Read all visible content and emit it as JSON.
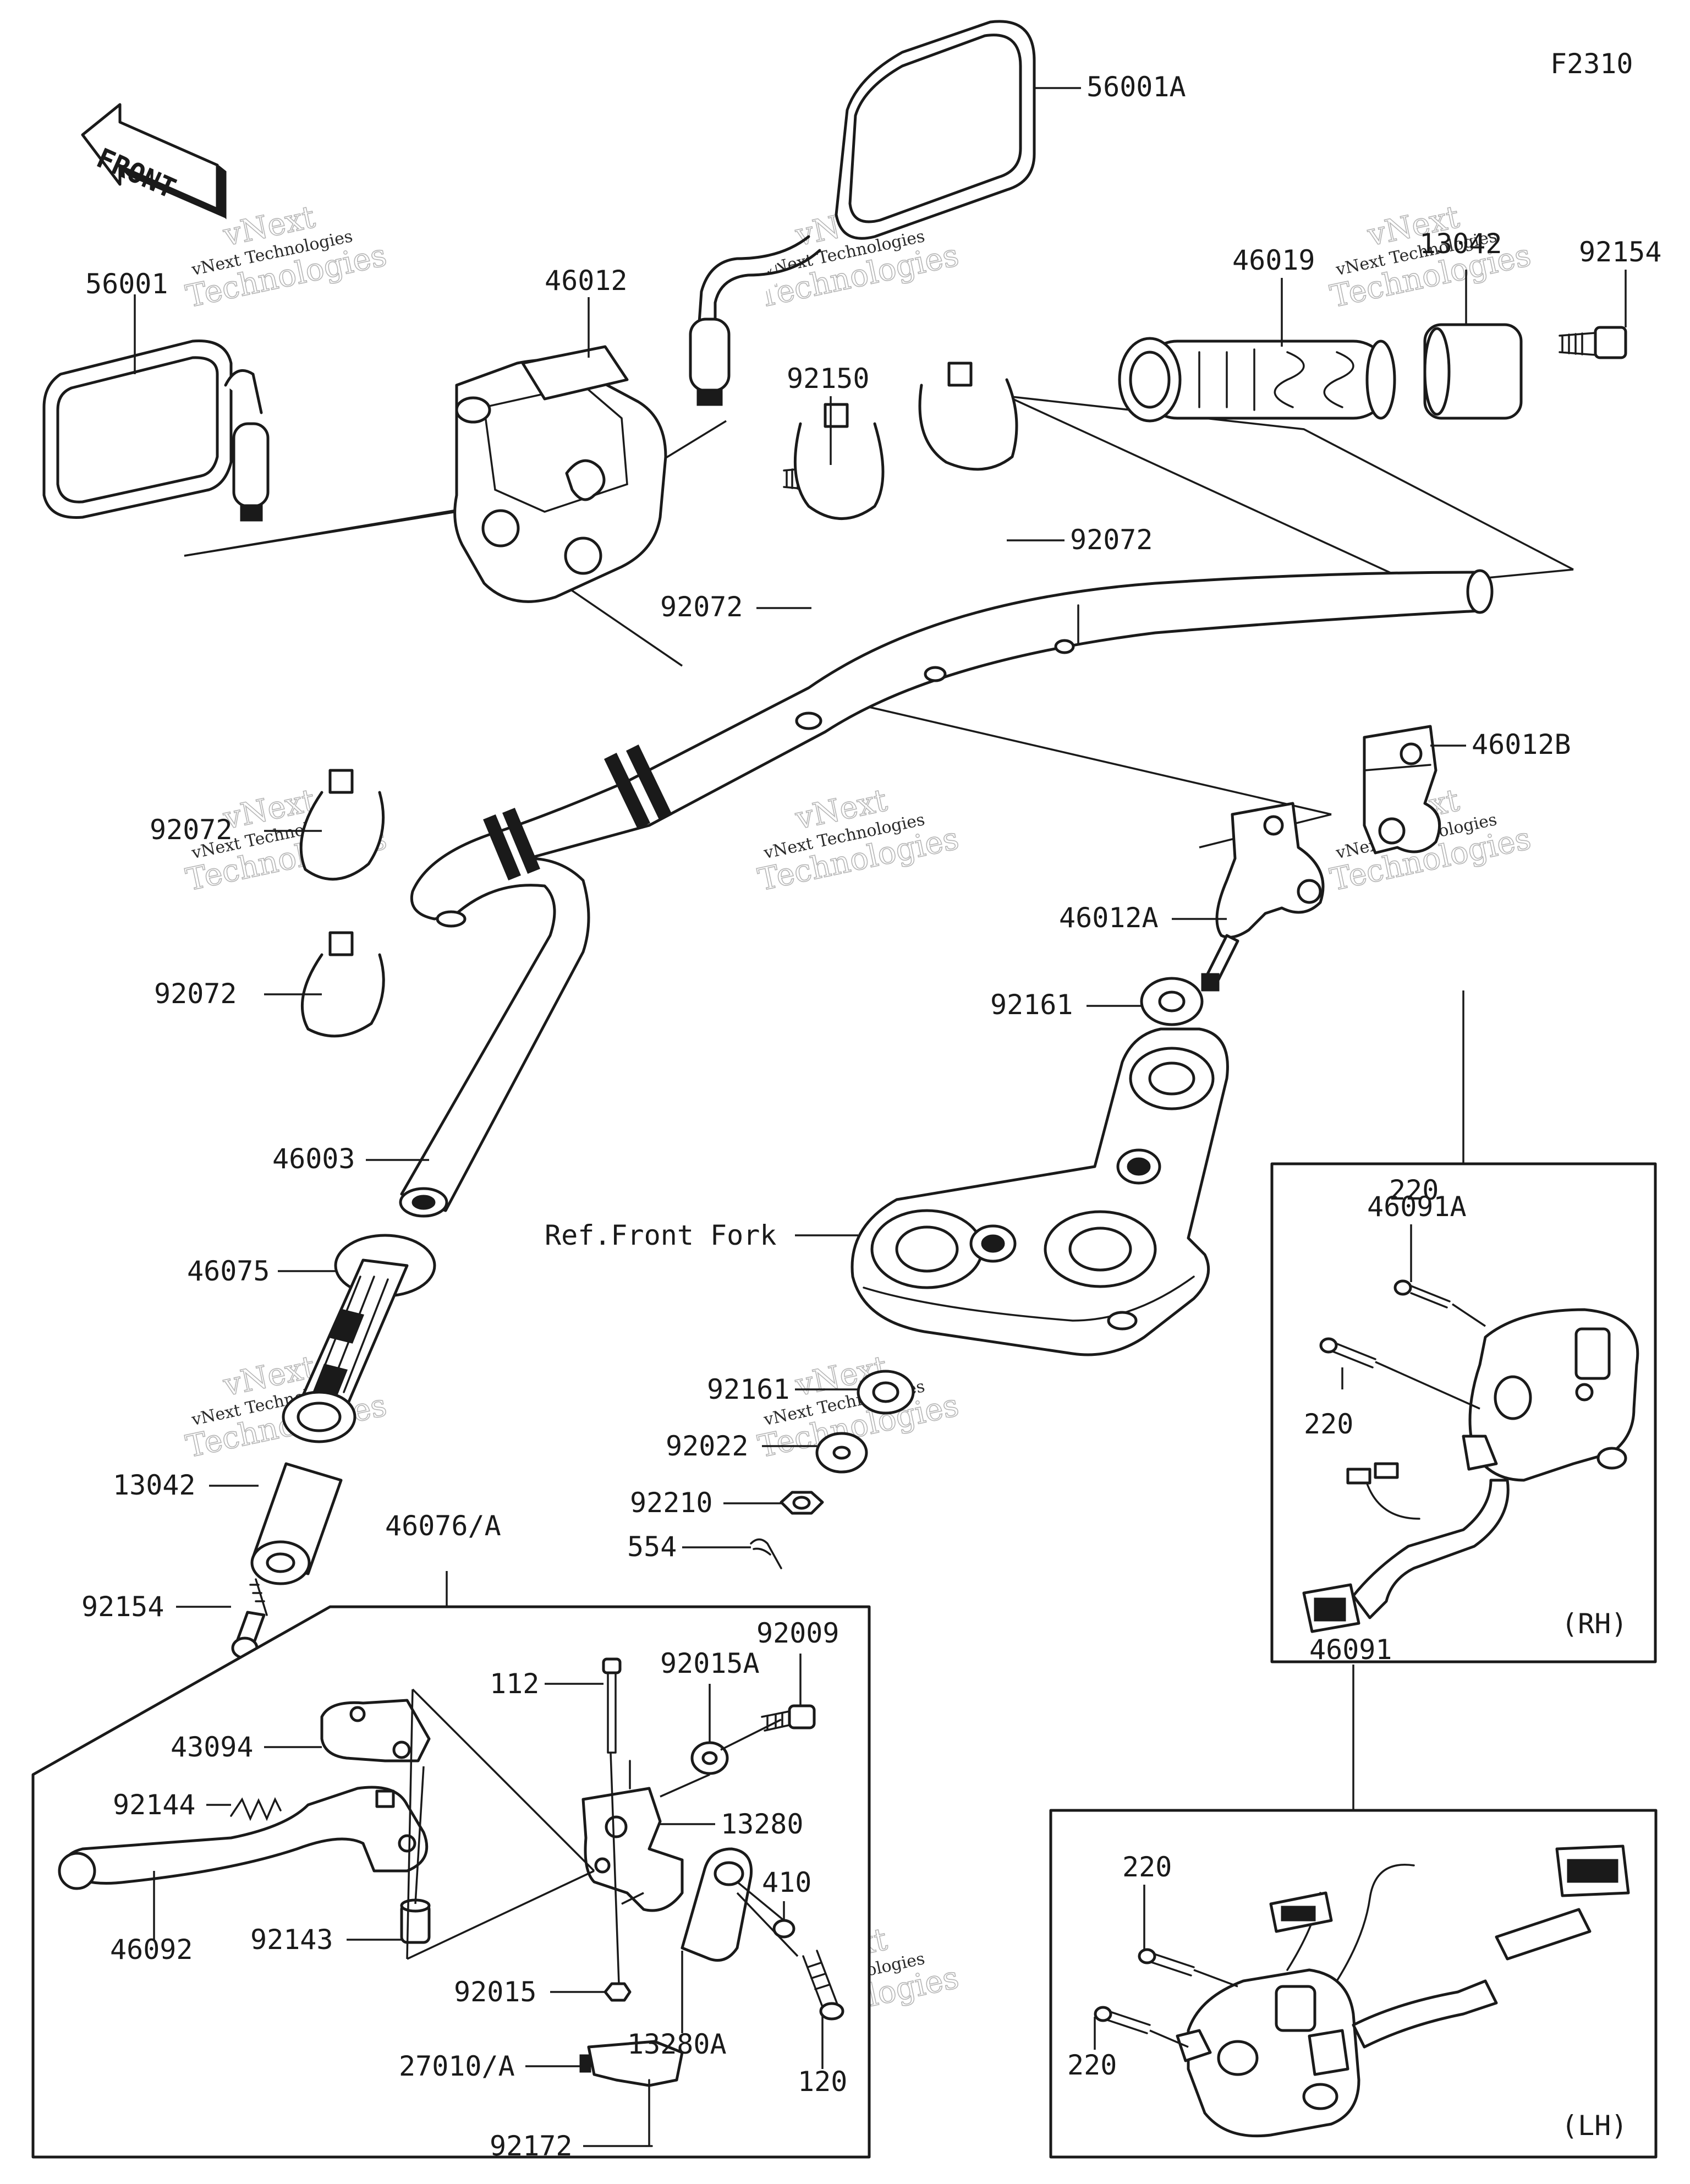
{
  "figure_code": "F2310",
  "front_arrow_text": "FRONT",
  "watermark": {
    "top": "vNext",
    "middle": "vNext Technologies",
    "bottom": "Technologies"
  },
  "insets": {
    "rh_tag": "(RH)",
    "lh_tag": "(LH)"
  },
  "labels": [
    {
      "id": "56001A",
      "text": "56001A"
    },
    {
      "id": "56001",
      "text": "56001"
    },
    {
      "id": "46012",
      "text": "46012"
    },
    {
      "id": "92150",
      "text": "92150"
    },
    {
      "id": "46019",
      "text": "46019"
    },
    {
      "id": "13042a",
      "text": "13042"
    },
    {
      "id": "92154a",
      "text": "92154"
    },
    {
      "id": "92072a",
      "text": "92072"
    },
    {
      "id": "92072b",
      "text": "92072"
    },
    {
      "id": "92072c",
      "text": "92072"
    },
    {
      "id": "92072d",
      "text": "92072"
    },
    {
      "id": "46012B",
      "text": "46012B"
    },
    {
      "id": "46012A",
      "text": "46012A"
    },
    {
      "id": "92161a",
      "text": "92161"
    },
    {
      "id": "46003",
      "text": "46003"
    },
    {
      "id": "46091A",
      "text": "46091A"
    },
    {
      "id": "220a",
      "text": "220"
    },
    {
      "id": "220b",
      "text": "220"
    },
    {
      "id": "reffork",
      "text": "Ref.Front Fork"
    },
    {
      "id": "46075",
      "text": "46075"
    },
    {
      "id": "92161b",
      "text": "92161"
    },
    {
      "id": "92022",
      "text": "92022"
    },
    {
      "id": "92210",
      "text": "92210"
    },
    {
      "id": "554",
      "text": "554"
    },
    {
      "id": "13042b",
      "text": "13042"
    },
    {
      "id": "46076A",
      "text": "46076/A"
    },
    {
      "id": "92154b",
      "text": "92154"
    },
    {
      "id": "92009",
      "text": "92009"
    },
    {
      "id": "112",
      "text": "112"
    },
    {
      "id": "92015A",
      "text": "92015A"
    },
    {
      "id": "43094",
      "text": "43094"
    },
    {
      "id": "92144",
      "text": "92144"
    },
    {
      "id": "13280",
      "text": "13280"
    },
    {
      "id": "410",
      "text": "410"
    },
    {
      "id": "92143",
      "text": "92143"
    },
    {
      "id": "46092",
      "text": "46092"
    },
    {
      "id": "92015",
      "text": "92015"
    },
    {
      "id": "13280A",
      "text": "13280A"
    },
    {
      "id": "120",
      "text": "120"
    },
    {
      "id": "27010A",
      "text": "27010/A"
    },
    {
      "id": "92172",
      "text": "92172"
    },
    {
      "id": "46091",
      "text": "46091"
    },
    {
      "id": "220c",
      "text": "220"
    },
    {
      "id": "220d",
      "text": "220"
    }
  ]
}
